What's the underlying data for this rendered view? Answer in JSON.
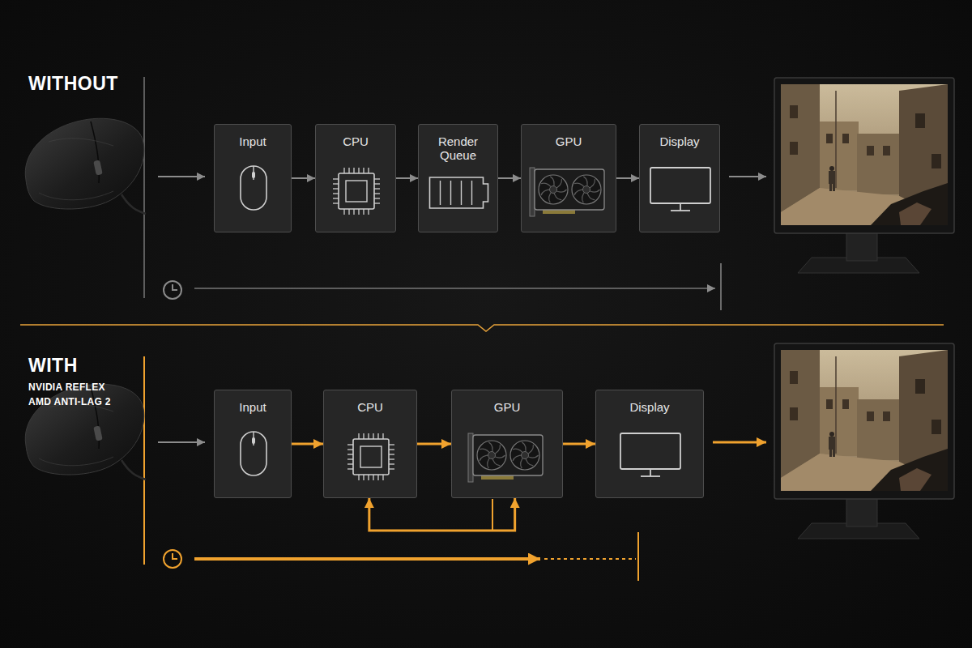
{
  "diagram": {
    "nodes": [
      {
        "text": [
          "Input"
        ]
      },
      {
        "text": [
          "CPU"
        ]
      },
      {
        "text": [
          "Render Queue"
        ]
      },
      {
        "text": [
          "GPU"
        ]
      },
      {
        "text": [
          "Display"
        ]
      },
      {
        "text": [
          "Input"
        ]
      },
      {
        "text": [
          "CPU"
        ]
      },
      {
        "text": [
          "GPU"
        ]
      },
      {
        "text": [
          "Display"
        ]
      }
    ],
    "edges": [
      {
        "from": 0,
        "to": 1,
        "arrow": "to"
      },
      {
        "from": 1,
        "to": 2,
        "arrow": "to"
      },
      {
        "from": 2,
        "to": 3,
        "arrow": "to"
      },
      {
        "from": 3,
        "to": 4,
        "arrow": "to"
      },
      {
        "from": 5,
        "to": 6,
        "arrow": "to"
      },
      {
        "from": 6,
        "to": 7,
        "arrow": "to"
      },
      {
        "from": 7,
        "to": 8,
        "arrow": "to"
      },
      {
        "from": 7,
        "to": 6,
        "arrow": "both"
      }
    ],
    "labels": [
      "WITHOUT",
      "WITH",
      "NVIDIA REFLEX",
      "AMD ANTI-LAG 2"
    ]
  }
}
